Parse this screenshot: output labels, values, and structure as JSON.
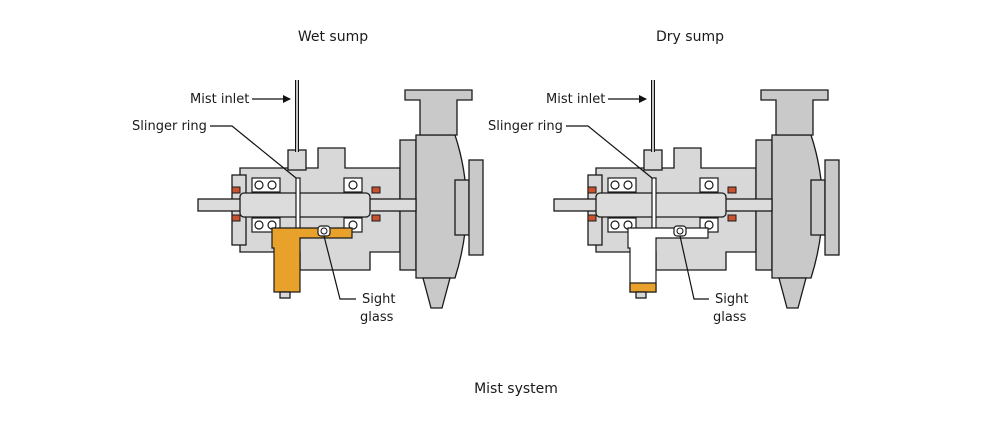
{
  "colors": {
    "oil": "#e8a22c",
    "seal": "#c8542f",
    "metal": "#d8d8d8",
    "casing": "#c9c9c9"
  },
  "caption": "Mist system",
  "panels": [
    {
      "title": "Wet sump",
      "mist_inlet_label": "Mist inlet",
      "slinger_ring_label": "Slinger ring",
      "sight_glass_line1": "Sight",
      "sight_glass_line2": "glass",
      "sump_level": 1.0
    },
    {
      "title": "Dry sump",
      "mist_inlet_label": "Mist inlet",
      "slinger_ring_label": "Slinger ring",
      "sight_glass_line1": "Sight",
      "sight_glass_line2": "glass",
      "sump_level": 0.2
    }
  ]
}
